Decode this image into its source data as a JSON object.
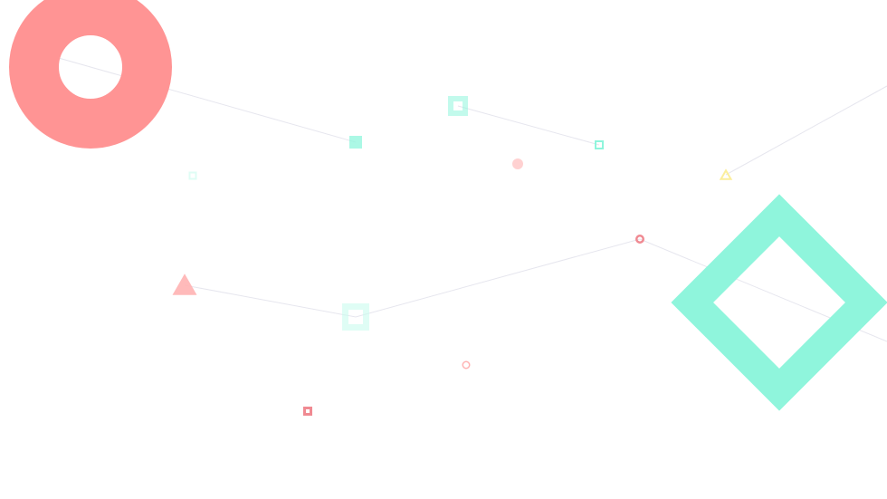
{
  "palette": {
    "coral": "#ff9494",
    "coral_dark": "#f08a92",
    "coral_light": "#ffb3b3",
    "mint": "#8ff5dc",
    "mint_light": "#c9fbef",
    "yellow": "#fbee9c",
    "line": "#e6e6ee"
  },
  "shapes": [
    {
      "kind": "ring",
      "icon": "ring-icon",
      "color": "coral"
    },
    {
      "kind": "diamond-outline",
      "icon": "diamond-outline-icon",
      "color": "mint"
    },
    {
      "kind": "square-filled",
      "icon": "square-icon",
      "color": "mint"
    },
    {
      "kind": "square-outline",
      "icon": "square-outline-icon",
      "color": "mint"
    },
    {
      "kind": "square-outline",
      "icon": "square-outline-icon",
      "color": "mint"
    },
    {
      "kind": "square-outline",
      "icon": "square-outline-icon",
      "color": "mint_light"
    },
    {
      "kind": "square-outline",
      "icon": "square-outline-icon",
      "color": "mint_light"
    },
    {
      "kind": "square-outline",
      "icon": "square-outline-icon",
      "color": "coral_dark"
    },
    {
      "kind": "dot",
      "icon": "dot-icon",
      "color": "coral_light"
    },
    {
      "kind": "circle-outline",
      "icon": "circle-outline-icon",
      "color": "coral_dark"
    },
    {
      "kind": "circle-outline",
      "icon": "circle-outline-icon",
      "color": "coral_light"
    },
    {
      "kind": "triangle",
      "icon": "triangle-icon",
      "color": "coral_light"
    },
    {
      "kind": "triangle",
      "icon": "triangle-icon",
      "color": "yellow"
    }
  ]
}
